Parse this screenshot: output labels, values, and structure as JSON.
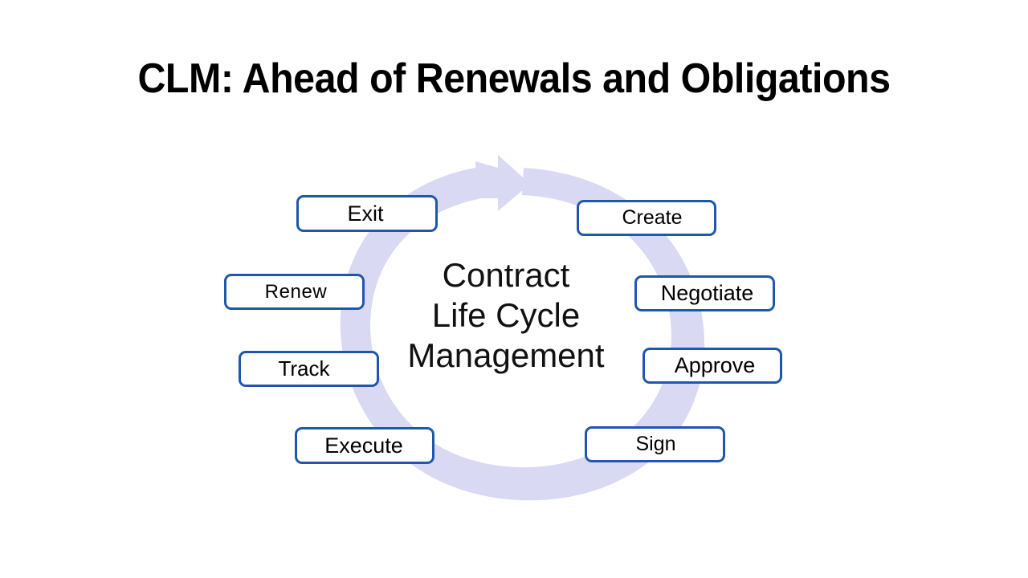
{
  "slide": {
    "title": "CLM: Ahead of Renewals and Obligations",
    "background_color": "#ffffff"
  },
  "diagram": {
    "name": "contract-life-cycle-management-cycle",
    "center_label": {
      "line1": "Contract",
      "line2": "Life Cycle",
      "line3": "Management"
    },
    "ring": {
      "color": "#D9D9F3",
      "shape": "circular-arrow",
      "direction": "clockwise",
      "arrowhead": "top-center-pointing-right"
    },
    "box_style": {
      "border_color": "#1F56AE",
      "fill_color": "#FFFFFF",
      "text_color": "#000000"
    },
    "stages": [
      {
        "id": "create",
        "label": "Create",
        "side": "right"
      },
      {
        "id": "negotiate",
        "label": "Negotiate",
        "side": "right"
      },
      {
        "id": "approve",
        "label": "Approve",
        "side": "right"
      },
      {
        "id": "sign",
        "label": "Sign",
        "side": "right"
      },
      {
        "id": "execute",
        "label": "Execute",
        "side": "left"
      },
      {
        "id": "track",
        "label": "Track",
        "side": "left"
      },
      {
        "id": "renew",
        "label": "Renew",
        "side": "left"
      },
      {
        "id": "exit",
        "label": "Exit",
        "side": "left"
      }
    ]
  }
}
